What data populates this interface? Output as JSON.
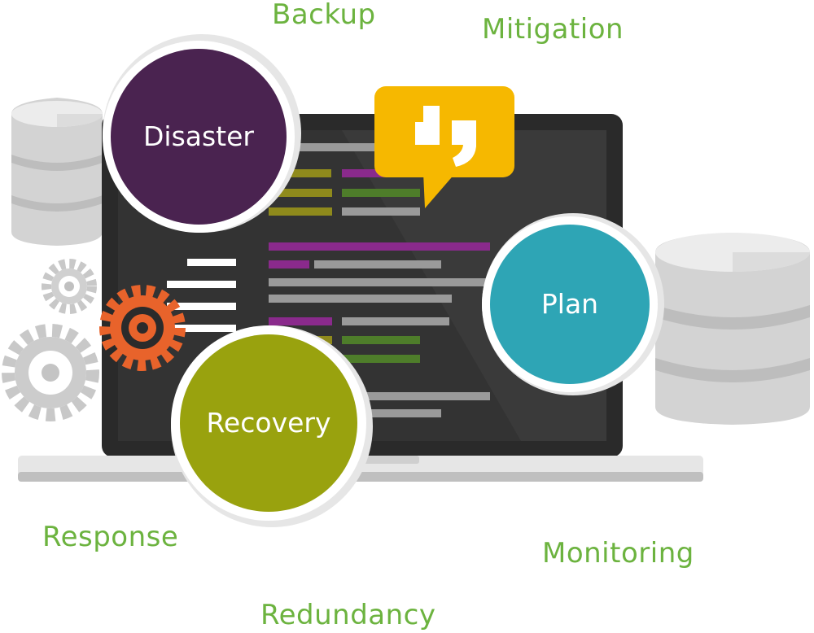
{
  "keywords": {
    "backup": "Backup",
    "mitigation": "Mitigation",
    "response": "Response",
    "monitoring": "Monitoring",
    "redundancy": "Redundancy"
  },
  "circles": {
    "disaster": "Disaster",
    "plan": "Plan",
    "recovery": "Recovery"
  },
  "colors": {
    "keyword_green": "#6cb33f",
    "disaster_purple": "#4a2350",
    "plan_teal": "#2ea5b5",
    "recovery_olive": "#99a20e",
    "gear_orange": "#e8632b",
    "speech_yellow": "#f6b800",
    "screen_dark": "#2b2b2b"
  },
  "icons": {
    "speech": "quote-speech-bubble-icon",
    "gears": "gear-icon",
    "databases": "database-icon"
  }
}
